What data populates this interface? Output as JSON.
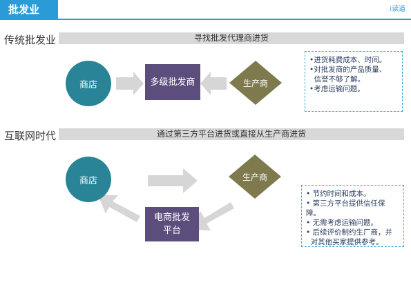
{
  "header": {
    "title": "批发业",
    "brand": "i读道"
  },
  "traditional": {
    "label": "传统批发业",
    "bar": "寻找批发代理商进货",
    "store": "商店",
    "wholesaler": "多级批发商",
    "producer": "生产商",
    "notes": [
      "•进货耗费成本、时间。",
      "•对批发商的产品质量、",
      "  信誉不够了解。",
      "•考虑运输问题。"
    ]
  },
  "internet": {
    "label": "互联网时代",
    "bar": "通过第三方平台进货或直接从生产商进货",
    "store": "商店",
    "platform_line1": "电商批发",
    "platform_line2": "平台",
    "producer": "生产商",
    "notes": [
      "• 节约时间和成本。",
      "• 第三方平台提供信任保障。",
      "• 无需考虑运输问题。",
      "• 后续评价制约生厂商，并",
      "  对其他买家提供参考。"
    ]
  },
  "colors": {
    "accent": "#2b9bd7",
    "store": "#2a8497",
    "wholesaler": "#5c4d7d",
    "producer": "#7e7a4e",
    "arrow": "#d6d6d6",
    "note_border": "#3aa8d8"
  }
}
